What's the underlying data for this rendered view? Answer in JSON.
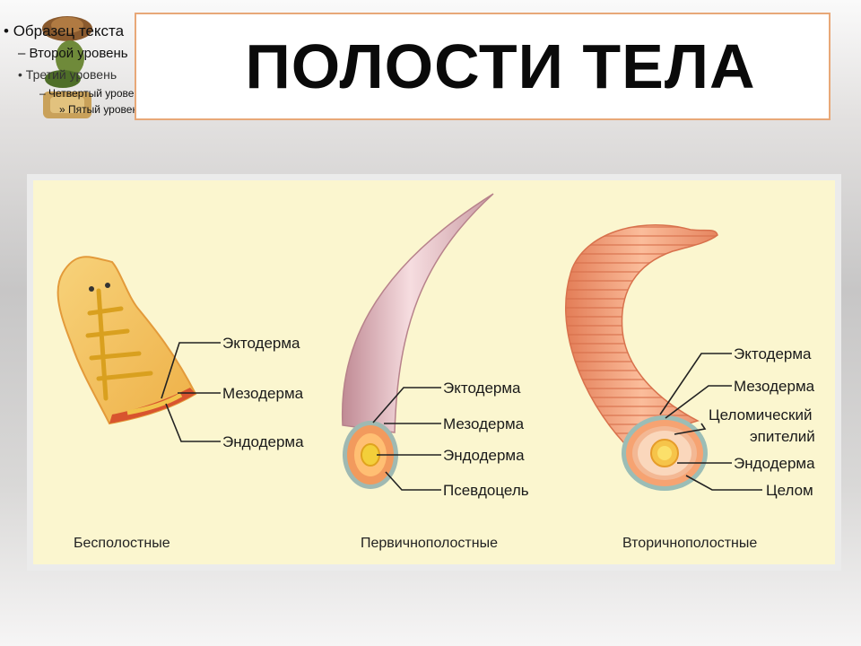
{
  "title": "ПОЛОСТИ ТЕЛА",
  "outline": {
    "level1": "Образец текста",
    "level2": "Второй уровень",
    "level3": "Третий уровень",
    "level4": "Четвертый уровень",
    "level5": "Пятый уровень"
  },
  "diagram": {
    "acoelomate": {
      "caption": "Бесполостные",
      "labels": [
        "Эктодерма",
        "Мезодерма",
        "Эндодерма"
      ]
    },
    "pseudocoelomate": {
      "caption": "Первичнополостные",
      "labels": [
        "Эктодерма",
        "Мезодерма",
        "Эндодерма",
        "Псевдоцель"
      ]
    },
    "coelomate": {
      "caption": "Вторичнополостные",
      "labels": [
        "Эктодерма",
        "Мезодерма",
        "Целомический",
        "эпителий",
        "Эндодерма",
        "Целом"
      ]
    }
  },
  "colors": {
    "title_border": "#e8a878",
    "panel_bg": "#fbf6cf",
    "flatworm": "#f5c463",
    "roundworm": "#e8b8c0",
    "earthworm": "#f4a07a"
  }
}
